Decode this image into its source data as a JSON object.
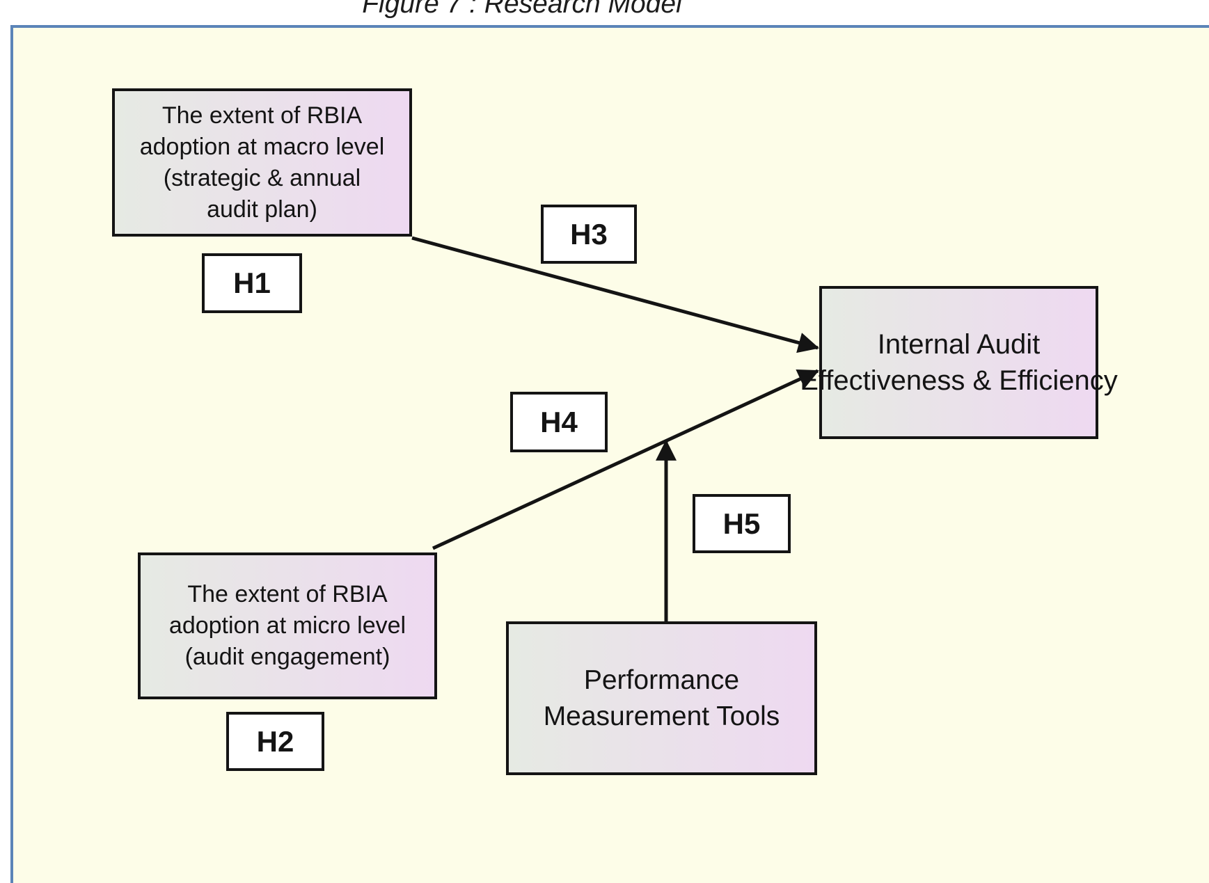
{
  "figure": {
    "title": "Figure 7 : Research Model"
  },
  "diagram": {
    "nodes": {
      "macro": {
        "label": "The extent of RBIA adoption at macro level (strategic & annual audit plan)",
        "lines": [
          "The extent of RBIA",
          "adoption at macro level",
          "(strategic & annual",
          "audit plan)"
        ]
      },
      "micro": {
        "label": "The extent of RBIA adoption at micro level (audit engagement)",
        "lines": [
          "The extent of RBIA",
          "adoption at micro level",
          "(audit engagement)"
        ]
      },
      "pmt": {
        "label": "Performance Measurement Tools",
        "lines": [
          "Performance",
          "Measurement Tools"
        ]
      },
      "outcome": {
        "label": "Internal Audit Effectiveness & Efficiency",
        "lines": [
          "Internal Audit",
          "Effectiveness & Efficiency"
        ]
      }
    },
    "hypotheses": {
      "h1": "H1",
      "h2": "H2",
      "h3": "H3",
      "h4": "H4",
      "h5": "H5"
    },
    "edges": [
      {
        "id": "h3-arrow",
        "from": "macro",
        "to": "outcome",
        "label": "H3"
      },
      {
        "id": "h4-arrow",
        "from": "micro",
        "to": "outcome",
        "label": "H4"
      },
      {
        "id": "h5-arrow",
        "from": "pmt",
        "to": "h4-arrow-line",
        "label": "H5"
      }
    ],
    "colors": {
      "frame_border": "#5b84b8",
      "canvas_bg": "#fdfde8",
      "node_border": "#141414",
      "node_grad_left": "#e6eae3",
      "node_grad_right": "#eed9f1",
      "arrow": "#141414",
      "label_bg": "#ffffff",
      "text": "#141414"
    }
  }
}
